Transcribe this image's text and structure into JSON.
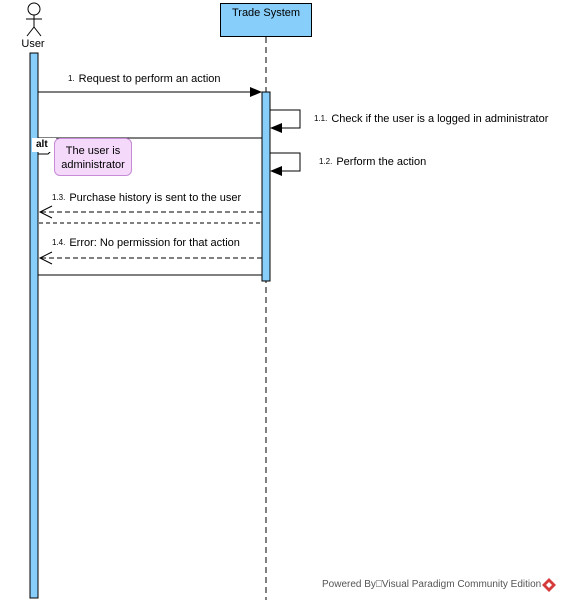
{
  "lifelines": {
    "user": "User",
    "system": "Trade System"
  },
  "fragment": {
    "operator": "alt",
    "guard": "The user is administrator"
  },
  "messages": [
    {
      "num": "1.",
      "text": "Request to perform an action"
    },
    {
      "num": "1.1.",
      "text": "Check if the user is a logged in administrator"
    },
    {
      "num": "1.2.",
      "text": "Perform the action"
    },
    {
      "num": "1.3.",
      "text": "Purchase history is sent to the user"
    },
    {
      "num": "1.4.",
      "text": "Error: No permission for that action"
    }
  ],
  "footer": "Powered By⎕Visual Paradigm Community Edition",
  "colors": {
    "activation": "#87cefa",
    "guard_fill": "#f5d9fb",
    "logo_red": "#d63b3b"
  }
}
